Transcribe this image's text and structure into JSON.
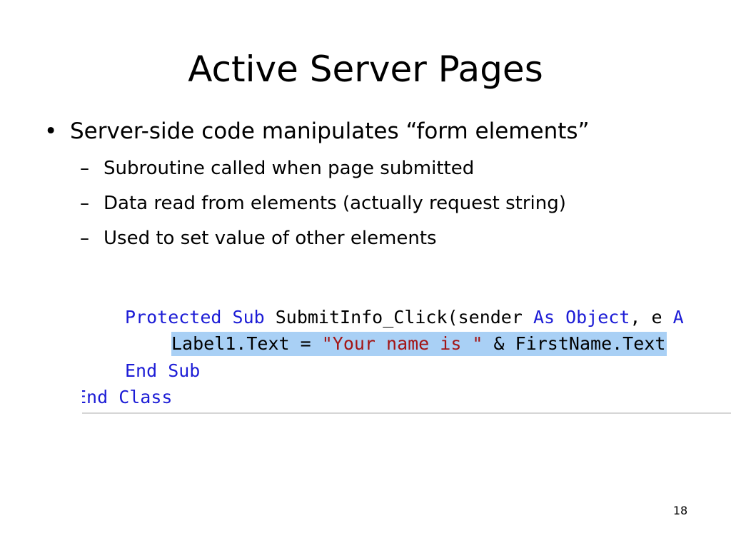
{
  "slide": {
    "title": "Active Server Pages",
    "bullet": {
      "marker": "•",
      "text": "Server-side code manipulates “form elements”"
    },
    "sub_marker": "–",
    "sub_bullets": [
      "Subroutine called when page submitted",
      "Data read from elements (actually request string)",
      "Used to set value of other elements"
    ],
    "code": {
      "line1": {
        "kw1": "Protected Sub ",
        "id1": "SubmitInfo_Click(sender ",
        "kw2": "As Object",
        "id2": ", e ",
        "kw3": "A"
      },
      "line2": {
        "id1": "Label1.Text = ",
        "str": "\"Your name is \"",
        "id2": " & FirstName.Text"
      },
      "line3": {
        "kw1": "End Sub"
      },
      "line4": {
        "kw1": "End Class"
      }
    },
    "page_number": "18"
  },
  "colors": {
    "keyword": "#1c1cd6",
    "string": "#a31515",
    "selection": "#a9d0f5"
  }
}
